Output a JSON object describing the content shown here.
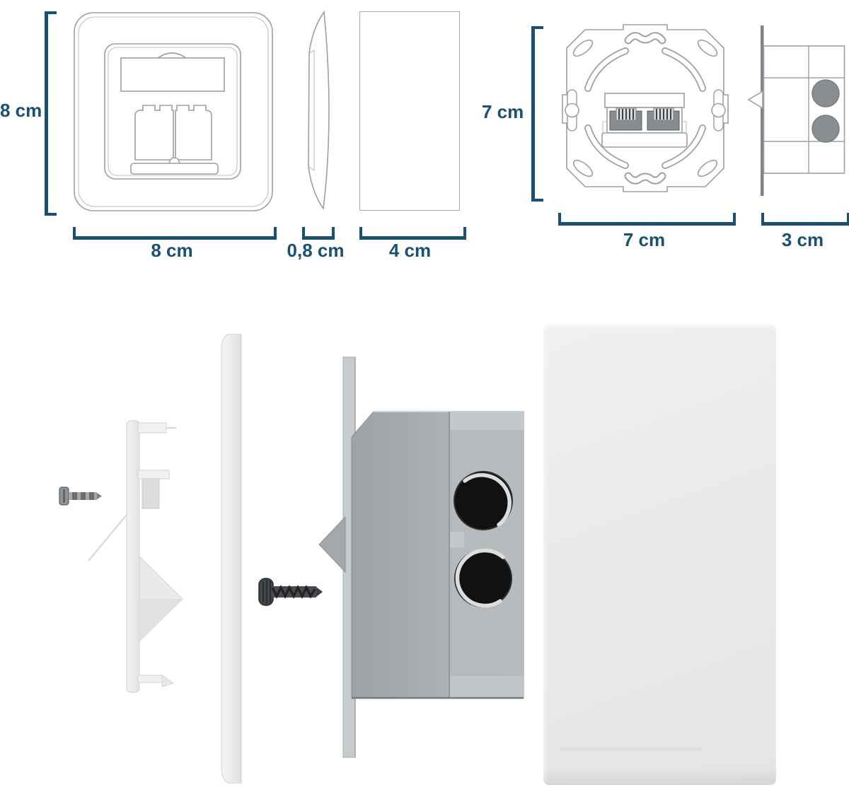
{
  "meta": {
    "image_type": "product-dimension-diagram",
    "background": "#ffffff"
  },
  "colors": {
    "dimension_accent": "#1a5170",
    "drawing_stroke": "#9aa0a5",
    "metal_gray": "#aab0b3",
    "hole_black": "#121212",
    "cover_plate_gray": "#e9eaeb"
  },
  "dims": {
    "faceplate_height": "8 cm",
    "faceplate_width": "8 cm",
    "faceplate_depth": "0,8 cm",
    "module_depth": "4 cm",
    "frame_height": "7 cm",
    "frame_width": "7 cm",
    "module_side_depth": "3 cm"
  },
  "parts": [
    "faceplate-front-view",
    "faceplate-side-profile",
    "module-depth-outline",
    "mounting-frame-front-view",
    "module-side-view",
    "inner-frame-side-piece",
    "mounting-screw-small",
    "faceplate-frame-edge",
    "mounting-screw-large",
    "junction-box-side",
    "blind-cover-plate"
  ]
}
